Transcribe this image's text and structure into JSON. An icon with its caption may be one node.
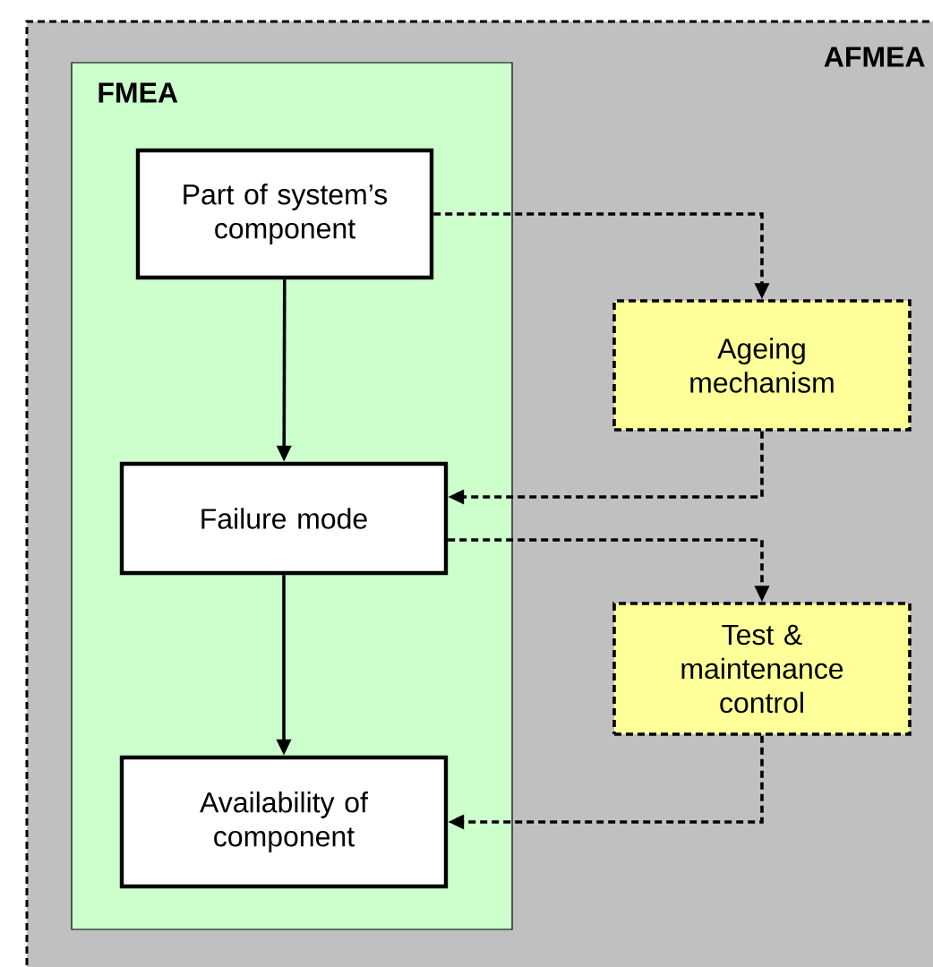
{
  "diagram": {
    "nodes": [
      {
        "text": [
          "AFMEA"
        ]
      },
      {
        "text": [
          "FMEA"
        ],
        "in": 0
      },
      {
        "text": [
          "Part of system’s component"
        ],
        "in": 1
      },
      {
        "text": [
          "Failure mode"
        ],
        "in": 1
      },
      {
        "text": [
          "Availability of component"
        ],
        "in": 1
      },
      {
        "text": [
          "Ageing mechanism"
        ],
        "in": 0
      },
      {
        "text": [
          "Test & maintenance control"
        ],
        "in": 0
      }
    ],
    "edges": [
      {
        "from": 2,
        "to": 3,
        "arrow": "to"
      },
      {
        "from": 3,
        "to": 4,
        "arrow": "to"
      },
      {
        "from": 2,
        "to": 5,
        "arrow": "to",
        "style": "dashed"
      },
      {
        "from": 5,
        "to": 3,
        "arrow": "to",
        "style": "dashed"
      },
      {
        "from": 3,
        "to": 6,
        "arrow": "to",
        "style": "dashed"
      },
      {
        "from": 6,
        "to": 4,
        "arrow": "to",
        "style": "dashed"
      }
    ]
  }
}
